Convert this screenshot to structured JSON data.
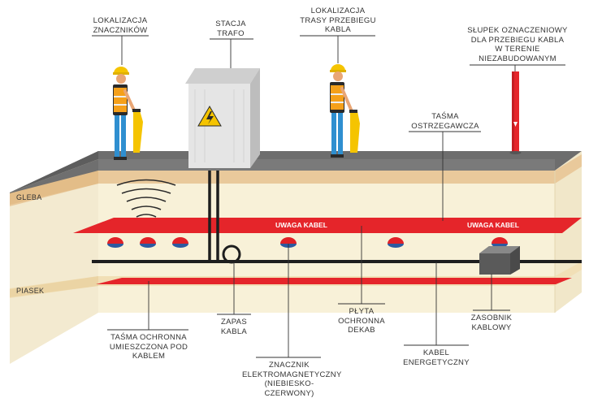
{
  "labels": {
    "lokalizacja_znacznikow": "LOKALIZACJA\nZNACZNIKÓW",
    "stacja_trafo": "STACJA\nTRAFO",
    "lokalizacja_trasy": "LOKALIZACJA\nTRASY PRZEBIEGU\nKABLA",
    "slupek": "SŁUPEK OZNACZENIOWY\nDLA PRZEBIEGU KABLA\nW TERENIE\nNIEZABUDOWANYM",
    "tasma_ostrzegawcza": "TAŚMA\nOSTRZEGAWCZA",
    "tasma_ochronna": "TAŚMA OCHRONNA\nUMIESZCZONA POD\nKABLEM",
    "zapas_kabla": "ZAPAS\nKABLA",
    "znacznik": "ZNACZNIK\nELEKTROMAGNETYCZNY\n(NIEBIESKO-CZERWONY)",
    "plyta": "PŁYTA\nOCHRONNA\nDEKAB",
    "kabel": "KABEL\nENERGETYCZNY",
    "zasobnik": "ZASOBNIK\nKABLOWY"
  },
  "layers": {
    "gleba": "GLEBA",
    "piasek": "PIASEK"
  },
  "tape_text": {
    "left": "UWAGA KABEL",
    "right": "UWAGA KABEL"
  },
  "colors": {
    "ground_top": "#6d6d6d",
    "soil": "#f8f1d8",
    "soil_band": "#e9c99b",
    "tape_red": "#e5252a",
    "cable": "#1e1e1e",
    "marker_red": "#e02127",
    "marker_blue": "#2c5aa0",
    "worker_vest": "#f5a01a",
    "worker_pants": "#2f8fd0"
  }
}
